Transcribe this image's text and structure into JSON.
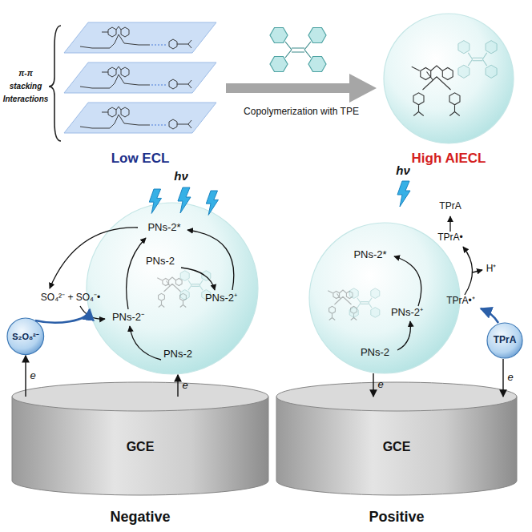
{
  "diagram": {
    "nodes": [
      {
        "text": [
          "High AIECL"
        ]
      },
      {
        "text": [
          "S₂O₈²⁻"
        ]
      },
      {
        "text": [
          "PNs-2*",
          "PNs-2",
          "PNs-2⁺",
          "PNs-2⁻",
          "PNs-2"
        ]
      },
      {
        "text": [
          "GCE"
        ]
      },
      {
        "text": [
          "PNs-2*",
          "PNs-2⁺",
          "PNs-2"
        ]
      },
      {
        "text": [
          "TPrA"
        ]
      },
      {
        "text": [
          "GCE"
        ]
      }
    ],
    "edges": [
      {
        "from": 3,
        "to": 1,
        "label": "e",
        "arrow": "to"
      },
      {
        "from": 3,
        "to": 2,
        "label": "e",
        "arrow": "to"
      },
      {
        "from": 4,
        "to": 6,
        "label": "e",
        "arrow": "to"
      },
      {
        "from": 5,
        "to": 6,
        "label": "e",
        "arrow": "to"
      }
    ],
    "labels": [
      "π-π",
      "stacking",
      "Interactions",
      "Low ECL",
      "Copolymerization with TPE",
      "hν",
      "SO₄²⁻ + SO₄⁻•",
      "Negative",
      "hν",
      "TPrA",
      "TPrA•",
      "H⁺",
      "TPrA•⁺",
      "Positive"
    ]
  }
}
